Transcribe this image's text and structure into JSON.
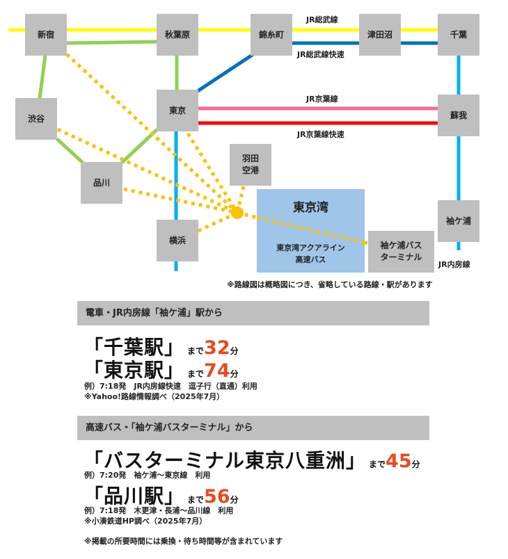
{
  "map": {
    "stations": {
      "shinjuku": "新宿",
      "akihabara": "秋葉原",
      "kinshicho": "錦糸町",
      "tsudanuma": "津田沼",
      "chiba": "千葉",
      "shibuya": "渋谷",
      "tokyo": "東京",
      "shinagawa": "品川",
      "haneda": "羽田\n空港",
      "yokohama": "横浜",
      "soga": "蘇我",
      "sodegaura": "袖ケ浦",
      "sodegaura_bt": "袖ケ浦バス\nターミナル"
    },
    "lines": {
      "sobu": "JR総武線",
      "sobu_rapid": "JR総武線快速",
      "keiyo": "JR京葉線",
      "keiyo_rapid": "JR京葉線快速",
      "uchibo": "JR内房線"
    },
    "line_colors": {
      "sobu": "#ffff00",
      "sobu_rapid": "#0070c0",
      "yamanote": "#92d050",
      "keihin": "#00b0f0",
      "keiyo": "#ff6699",
      "keiyo_rapid": "#ff0000",
      "bus": "#ffc000"
    },
    "bay": {
      "title": "東京湾",
      "subtitle": "東京湾アクアライン\n高速バス"
    },
    "note": "※路線図は概略図につき、省略している路線・駅があります"
  },
  "train": {
    "header": "電車・JR内房線「袖ケ浦」駅から",
    "routes": [
      {
        "name": "「千葉駅」",
        "made": "まで",
        "minutes": "32",
        "unit": "分"
      },
      {
        "name": "「東京駅」",
        "made": "まで",
        "minutes": "74",
        "unit": "分"
      }
    ],
    "example": "例）7:18発　JR内房線快速　逗子行（直通）利用",
    "source": "※Yahoo!路線情報調べ（2025年7月）"
  },
  "bus": {
    "header": "高速バス・「袖ケ浦バスターミナル」から",
    "routes": [
      {
        "name": "「バスターミナル東京八重洲」",
        "made": "まで",
        "minutes": "45",
        "unit": "分",
        "example": "例）7:20発　袖ケ浦〜東京線　利用"
      },
      {
        "name": "「品川駅」",
        "made": "まで",
        "minutes": "56",
        "unit": "分",
        "example": "例）7:18発　木更津・長浦〜品川線　利用"
      }
    ],
    "source": "※小湊鉄道HP調べ（2025年7月）"
  },
  "footnote": "※掲載の所要時間には乗換・待ち時間等が含まれています"
}
